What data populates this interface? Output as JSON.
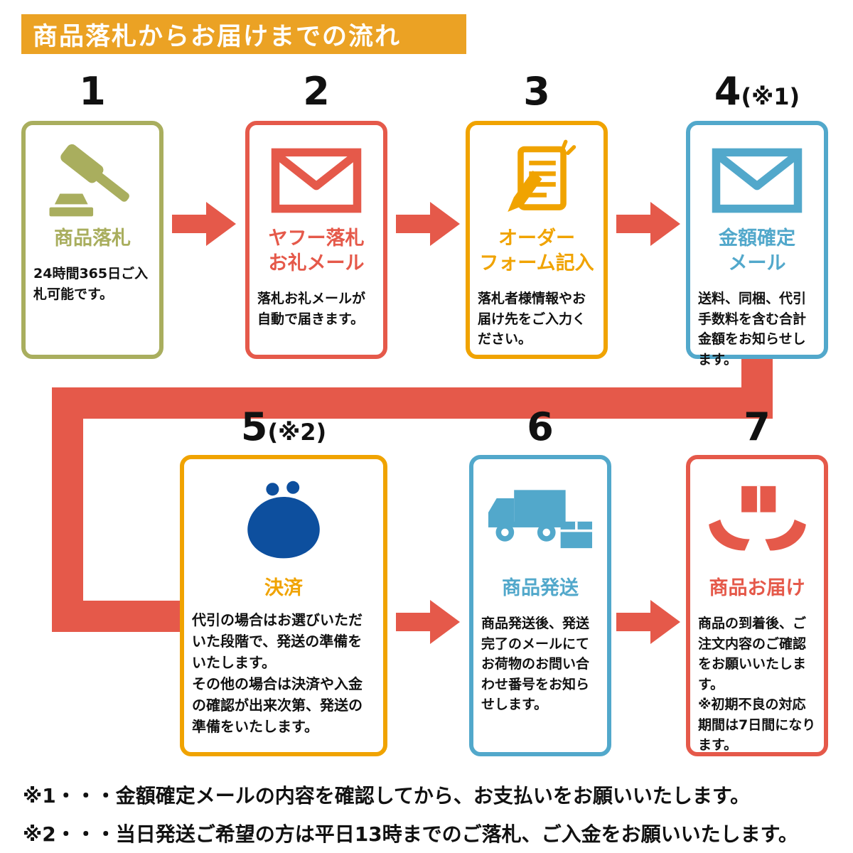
{
  "header": {
    "title": "商品落札からお届けまでの流れ",
    "bg_color": "#EBA224"
  },
  "colors": {
    "olive": "#A9AE5E",
    "red": "#E5594A",
    "orange": "#F0A300",
    "blue": "#52A8CB",
    "navy_purse": "#0D4F9E",
    "arrow": "#E5594A"
  },
  "steps": [
    {
      "number": "1",
      "note": "",
      "title": "商品落札",
      "desc": "24時間365日ご入札可能です。",
      "icon": "gavel-icon",
      "color": "#A9AE5E"
    },
    {
      "number": "2",
      "note": "",
      "title": "ヤフー落札\nお礼メール",
      "desc": "落札お礼メールが自動で届きます。",
      "icon": "mail-icon",
      "color": "#E5594A"
    },
    {
      "number": "3",
      "note": "",
      "title": "オーダー\nフォーム記入",
      "desc": "落札者様情報やお届け先をご入力ください。",
      "icon": "order-form-pencil-icon",
      "color": "#F0A300"
    },
    {
      "number": "4",
      "note": "(※1)",
      "title": "金額確定\nメール",
      "desc": "送料、同梱、代引手数料を含む合計金額をお知らせします。",
      "icon": "mail-icon",
      "color": "#52A8CB"
    },
    {
      "number": "5",
      "note": "(※2)",
      "title": "決済",
      "desc": "代引の場合はお選びいただいた段階で、発送の準備をいたします。\nその他の場合は決済や入金の確認が出来次第、発送の準備をいたします。",
      "icon": "coin-purse-icon",
      "color": "#F0A300"
    },
    {
      "number": "6",
      "note": "",
      "title": "商品発送",
      "desc": "商品発送後、発送完了のメールにてお荷物のお問い合わせ番号をお知らせします。",
      "icon": "delivery-truck-icon",
      "color": "#52A8CB"
    },
    {
      "number": "7",
      "note": "",
      "title": "商品お届け",
      "desc": "商品の到着後、ご注文内容のご確認をお願いいたします。\n※初期不良の対応期間は7日間になります。",
      "icon": "hands-package-icon",
      "color": "#E5594A"
    }
  ],
  "footnotes": [
    "※1・・・金額確定メールの内容を確認してから、お支払いをお願いいたします。",
    "※2・・・当日発送ご希望の方は平日13時までのご落札、ご入金をお願いいたします。"
  ]
}
